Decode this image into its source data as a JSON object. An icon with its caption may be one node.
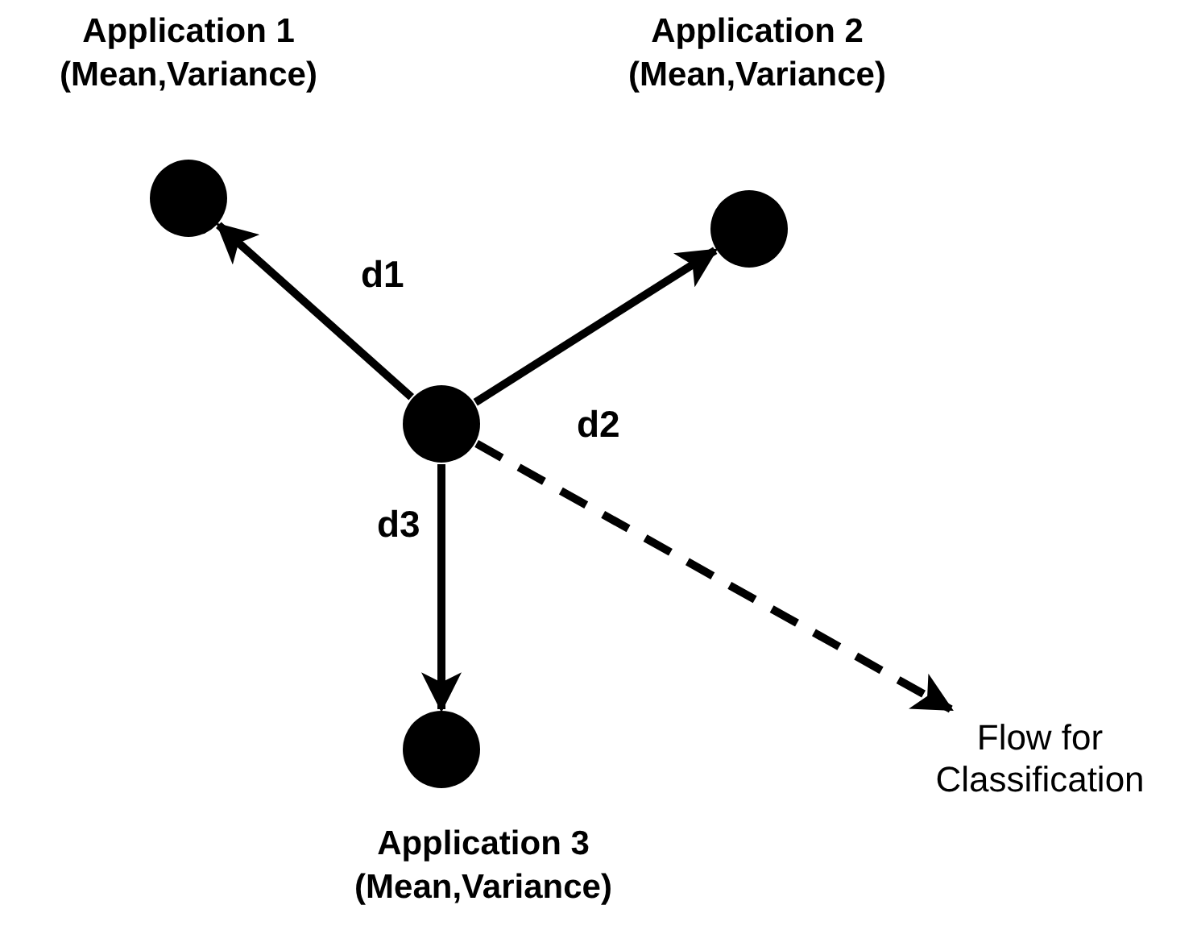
{
  "diagram": {
    "nodes": [
      {
        "text": [],
        "shape": "circle",
        "beside": [
          "Application 1 (Mean,Variance)"
        ]
      },
      {
        "text": [],
        "shape": "circle",
        "beside": [
          "Application 2 (Mean,Variance)"
        ]
      },
      {
        "text": [],
        "shape": "circle"
      },
      {
        "text": [],
        "shape": "circle",
        "beside": [
          "Application 3 (Mean,Variance)"
        ]
      },
      {
        "text": [
          "Flow for Classification"
        ]
      }
    ],
    "edges": [
      {
        "from": 2,
        "to": 0,
        "arrow": "to",
        "label": "d1"
      },
      {
        "from": 2,
        "to": 1,
        "arrow": "to",
        "label": "d2"
      },
      {
        "from": 2,
        "to": 3,
        "arrow": "to",
        "label": "d3"
      },
      {
        "from": 2,
        "to": 4,
        "arrow": "to",
        "style": "dashed"
      }
    ]
  }
}
